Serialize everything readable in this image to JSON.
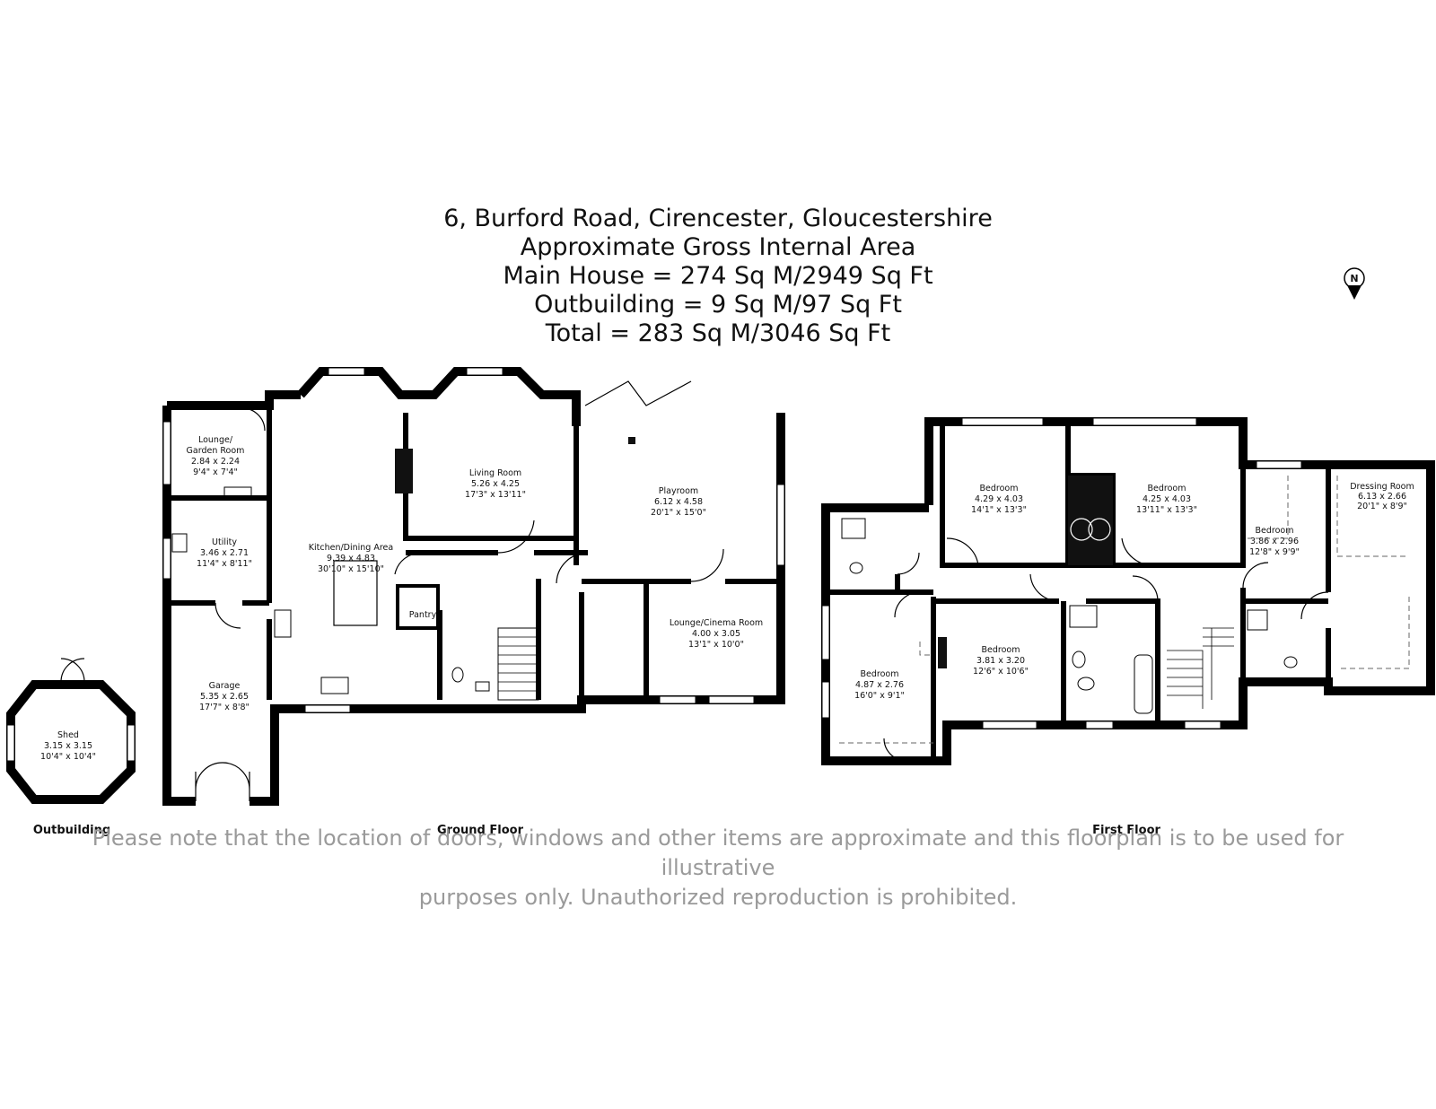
{
  "header": {
    "address": "6, Burford Road, Cirencester, Gloucestershire",
    "subtitle": "Approximate Gross Internal Area",
    "main_house": "Main House = 274 Sq M/2949 Sq Ft",
    "outbuilding": "Outbuilding = 9 Sq M/97 Sq Ft",
    "total": "Total = 283 Sq M/3046 Sq Ft"
  },
  "compass": {
    "label": "N",
    "icon": "north-arrow-icon"
  },
  "floors": {
    "outbuilding": {
      "label": "Outbuilding",
      "rooms": [
        {
          "name": "Shed",
          "metric": "3.15 x 3.15",
          "imperial": "10'4\" x 10'4\""
        }
      ]
    },
    "ground": {
      "label": "Ground Floor",
      "rooms": [
        {
          "name": "Lounge/",
          "name2": "Garden Room",
          "metric": "2.84 x 2.24",
          "imperial": "9'4\" x 7'4\""
        },
        {
          "name": "Utility",
          "metric": "3.46 x 2.71",
          "imperial": "11'4\" x 8'11\""
        },
        {
          "name": "Garage",
          "metric": "5.35 x 2.65",
          "imperial": "17'7\" x 8'8\""
        },
        {
          "name": "Kitchen/Dining Area",
          "metric": "9.39 x 4.83",
          "imperial": "30'10\" x 15'10\""
        },
        {
          "name": "Living Room",
          "metric": "5.26 x 4.25",
          "imperial": "17'3\" x 13'11\""
        },
        {
          "name": "Playroom",
          "metric": "6.12 x 4.58",
          "imperial": "20'1\" x 15'0\""
        },
        {
          "name": "Lounge/Cinema Room",
          "metric": "4.00 x 3.05",
          "imperial": "13'1\" x 10'0\""
        },
        {
          "name": "Pantry"
        }
      ]
    },
    "first": {
      "label": "First Floor",
      "rooms": [
        {
          "name": "Bedroom",
          "metric": "4.29 x 4.03",
          "imperial": "14'1\" x 13'3\""
        },
        {
          "name": "Bedroom",
          "metric": "4.25 x 4.03",
          "imperial": "13'11\" x 13'3\""
        },
        {
          "name": "Dressing Room",
          "metric": "6.13 x 2.66",
          "imperial": "20'1\" x 8'9\""
        },
        {
          "name": "Bedroom",
          "metric": "3.86 x 2.96",
          "imperial": "12'8\" x 9'9\""
        },
        {
          "name": "Bedroom",
          "metric": "4.87 x 2.76",
          "imperial": "16'0\" x 9'1\""
        },
        {
          "name": "Bedroom",
          "metric": "3.81 x 3.20",
          "imperial": "12'6\" x 10'6\""
        }
      ]
    }
  },
  "disclaimer": {
    "line1": "Please note that the location of doors, windows and other items are approximate and this floorplan is to be used for illustrative",
    "line2": "purposes only. Unauthorized reproduction is prohibited."
  }
}
